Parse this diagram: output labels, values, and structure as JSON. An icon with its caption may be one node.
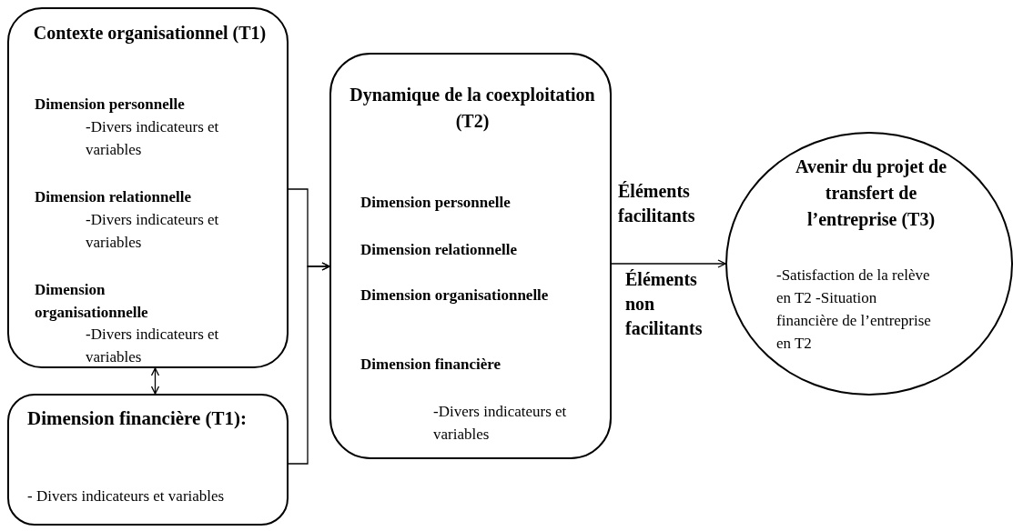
{
  "diagram": {
    "nodes": [
      {
        "text": [
          "Contexte organisationnel (T1)",
          "Dimension personnelle",
          "-Divers indicateurs et variables",
          "Dimension relationnelle",
          "-Divers indicateurs et variables",
          "Dimension organisationnelle",
          "-Divers indicateurs et variables"
        ]
      },
      {
        "text": [
          "Dimension financière (T1):",
          "- Divers indicateurs et variables"
        ]
      },
      {
        "text": [
          "Dynamique de la coexploitation (T2)",
          "Dimension personnelle",
          "Dimension relationnelle",
          "Dimension organisationnelle",
          "Dimension financière",
          "-Divers indicateurs et variables"
        ]
      },
      {
        "text": [
          "Avenir du projet de transfert de l’entreprise (T3)",
          "-Satisfaction de la relève en T2 -Situation financière de l’entreprise en T2"
        ]
      }
    ],
    "edges": [
      {
        "from": 0,
        "to": 1,
        "arrow": "both"
      },
      {
        "from": 0,
        "to": 2,
        "arrow": "to"
      },
      {
        "from": 1,
        "to": 2,
        "arrow": "to"
      },
      {
        "from": 2,
        "to": 3,
        "arrow": "to"
      }
    ],
    "labels": [
      "Éléments facilitants",
      "Éléments non facilitants"
    ]
  }
}
